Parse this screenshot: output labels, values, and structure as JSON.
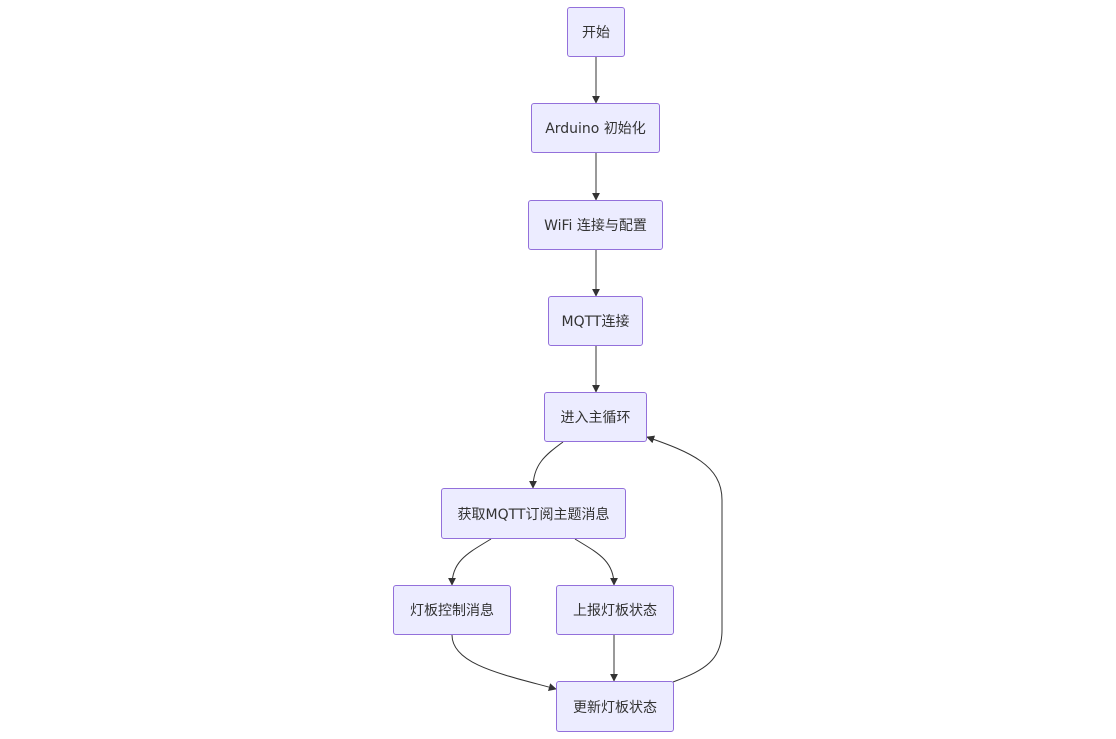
{
  "diagram": {
    "nodes": [
      {
        "id": "start",
        "label": "开始"
      },
      {
        "id": "arduino_init",
        "label": "Arduino 初始化"
      },
      {
        "id": "wifi",
        "label": "WiFi 连接与配置"
      },
      {
        "id": "mqtt",
        "label": "MQTT连接"
      },
      {
        "id": "main_loop",
        "label": "进入主循环"
      },
      {
        "id": "get_msg",
        "label": "获取MQTT订阅主题消息"
      },
      {
        "id": "light_ctrl",
        "label": "灯板控制消息"
      },
      {
        "id": "report",
        "label": "上报灯板状态"
      },
      {
        "id": "update",
        "label": "更新灯板状态"
      }
    ],
    "edges": [
      {
        "from": "start",
        "to": "arduino_init"
      },
      {
        "from": "arduino_init",
        "to": "wifi"
      },
      {
        "from": "wifi",
        "to": "mqtt"
      },
      {
        "from": "mqtt",
        "to": "main_loop"
      },
      {
        "from": "main_loop",
        "to": "get_msg"
      },
      {
        "from": "get_msg",
        "to": "light_ctrl"
      },
      {
        "from": "get_msg",
        "to": "report"
      },
      {
        "from": "light_ctrl",
        "to": "update"
      },
      {
        "from": "report",
        "to": "update"
      },
      {
        "from": "update",
        "to": "main_loop"
      }
    ],
    "colors": {
      "node_fill": "#ececff",
      "node_border": "#9370db",
      "edge": "#333333",
      "text": "#333333"
    }
  }
}
